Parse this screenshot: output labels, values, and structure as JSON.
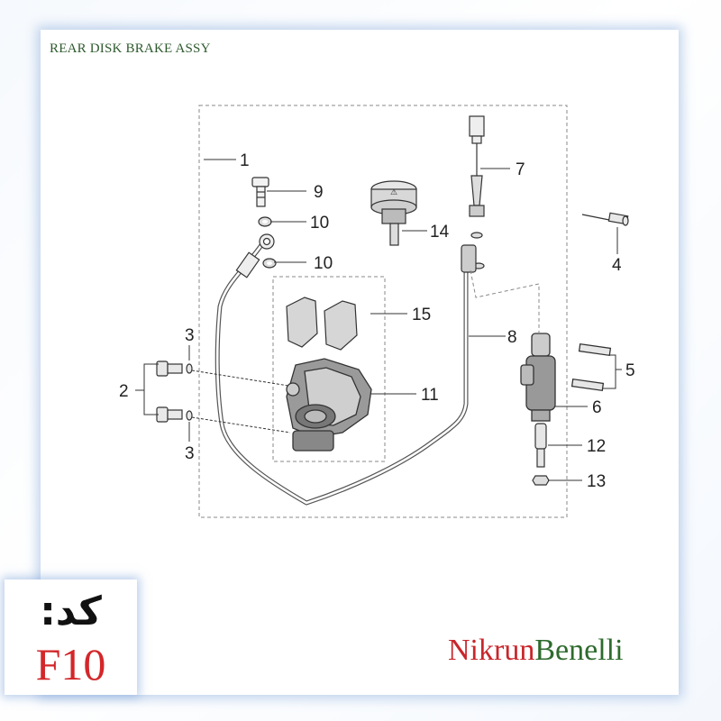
{
  "title": "REAR DISK BRAKE ASSY",
  "callouts": {
    "c1": "1",
    "c2": "2",
    "c3a": "3",
    "c3b": "3",
    "c4": "4",
    "c5": "5",
    "c6": "6",
    "c7": "7",
    "c8": "8",
    "c9": "9",
    "c10a": "10",
    "c10b": "10",
    "c11": "11",
    "c12": "12",
    "c13": "13",
    "c14": "14",
    "c15": "15"
  },
  "code": {
    "label": "کد:",
    "value": "F10"
  },
  "brand": {
    "part1": "Nikrun",
    "part2": "Benelli"
  },
  "colors": {
    "title": "#2e5a2e",
    "code_value": "#d3272a",
    "brand_red": "#c8262b",
    "brand_green": "#2e6b2e",
    "panel_glow": "#78a0d7"
  }
}
